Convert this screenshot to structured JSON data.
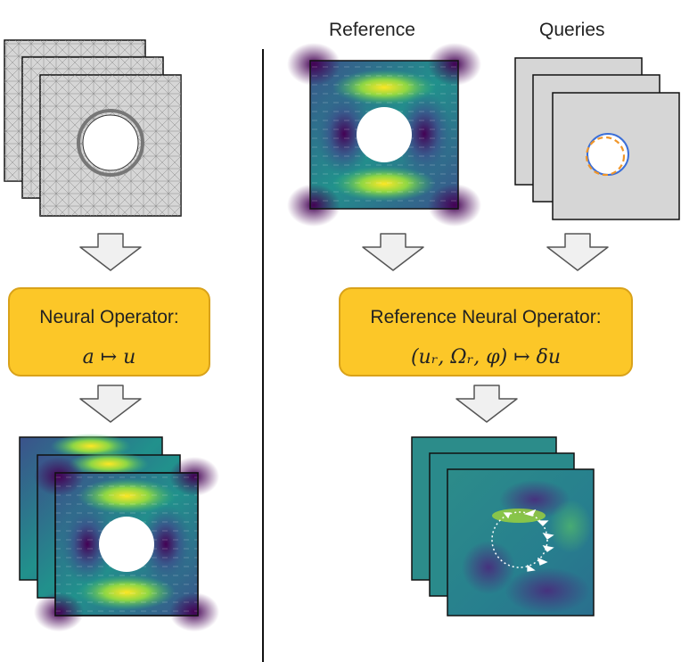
{
  "right_panel": {
    "reference_label": "Reference",
    "queries_label": "Queries"
  },
  "left_box": {
    "title": "Neural Operator:",
    "formula": "a ↦ u"
  },
  "right_box": {
    "title": "Reference Neural Operator:",
    "formula": "(uᵣ, Ωᵣ, φ) ↦ δu"
  },
  "colors": {
    "operator_box_fill": "#fcc728",
    "operator_box_border": "#d9a21a",
    "mesh_fill": "#d6d6d6",
    "query_solid_circle": "#3b6fd8",
    "query_dashed_circle": "#f0962a",
    "viridis_low": "#440154",
    "viridis_mid": "#21918c",
    "viridis_high": "#fde725"
  },
  "icons": [
    "down-arrow-icon",
    "mesh-stack",
    "field-stack",
    "query-stack",
    "delta-field-stack"
  ]
}
